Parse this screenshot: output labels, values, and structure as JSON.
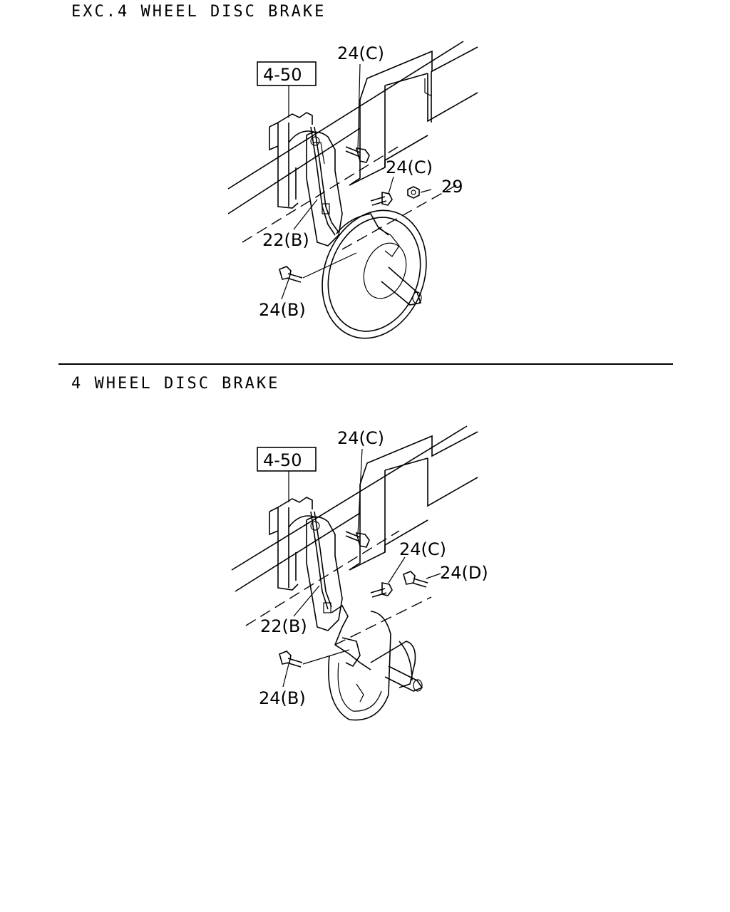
{
  "sections": [
    {
      "title": "EXC.4 WHEEL DISC BRAKE",
      "ref_box": "4-50",
      "callouts": [
        "24(C)",
        "24(C)",
        "29",
        "22(B)",
        "24(B)"
      ]
    },
    {
      "title": "4 WHEEL DISC BRAKE",
      "ref_box": "4-50",
      "callouts": [
        "24(C)",
        "24(C)",
        "24(D)",
        "22(B)",
        "24(B)"
      ]
    }
  ]
}
